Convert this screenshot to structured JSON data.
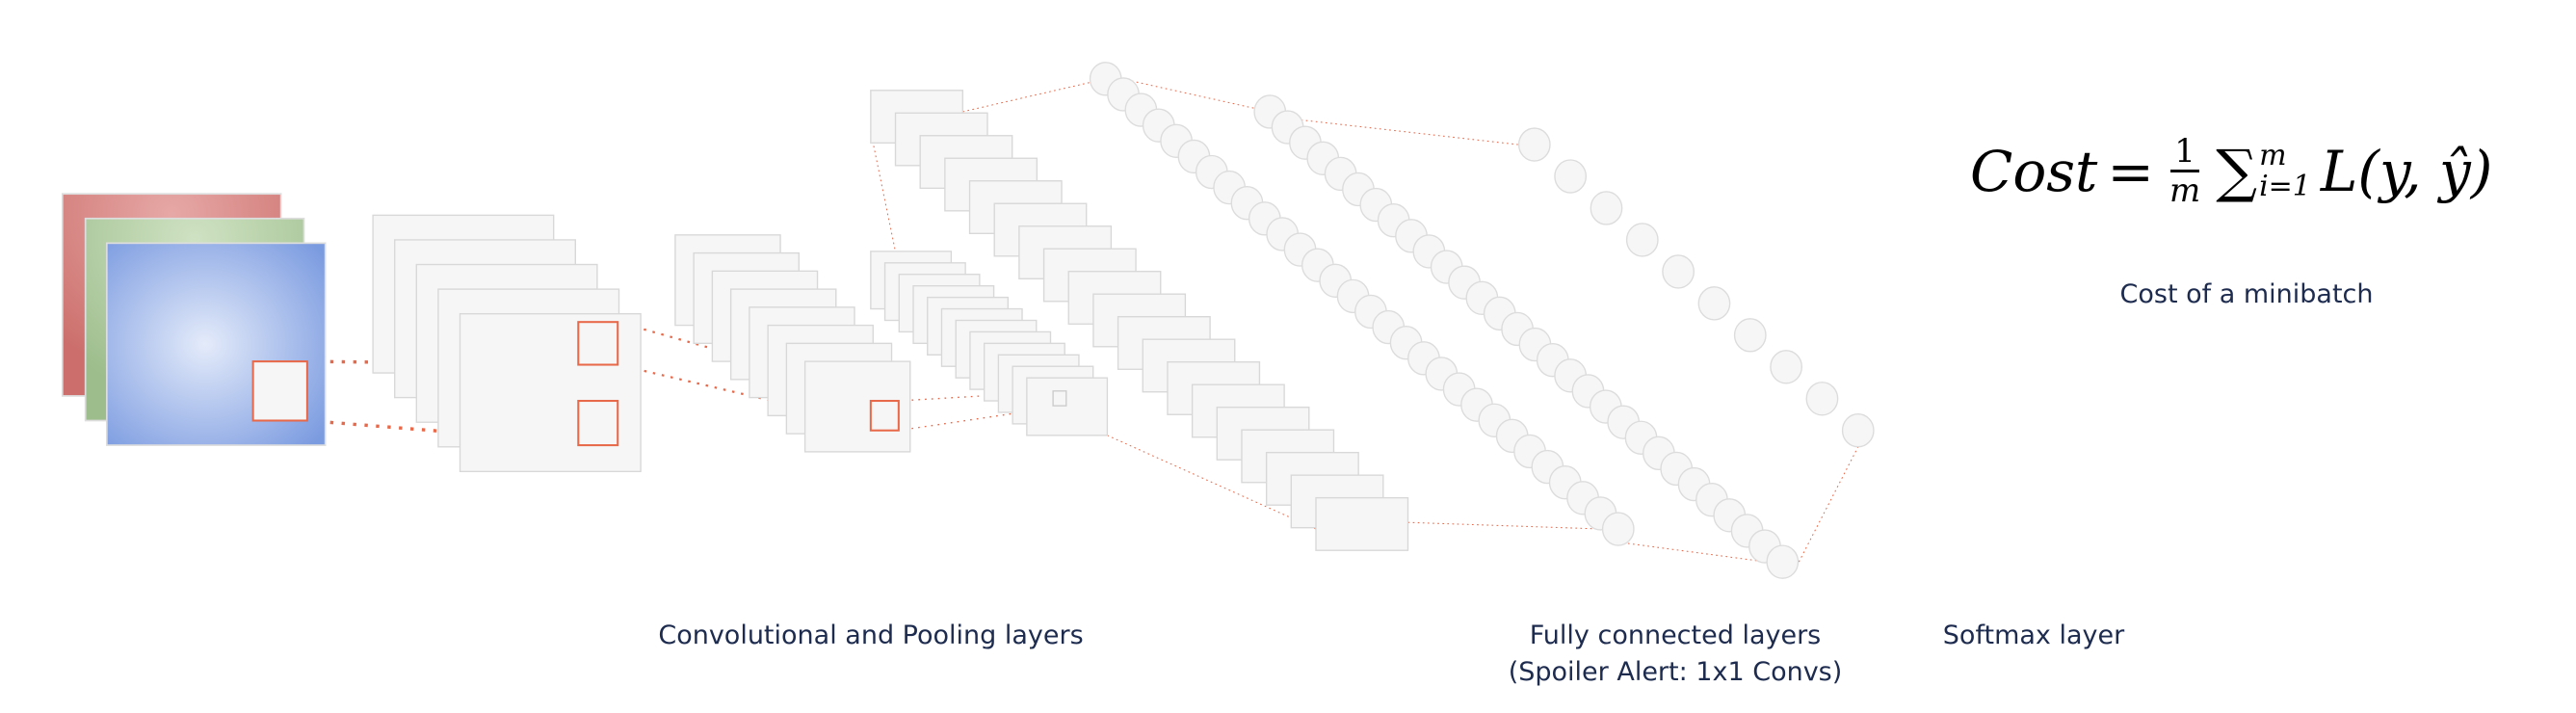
{
  "labels": {
    "conv_pool": "Convolutional and Pooling layers",
    "fully_connected": "Fully connected layers",
    "fully_connected_note": "(Spoiler Alert: 1x1 Convs)",
    "softmax": "Softmax layer",
    "cost_caption": "Cost of a minibatch"
  },
  "formula": {
    "lhs": "Cost",
    "equals": "=",
    "numerator": "1",
    "denominator": "m",
    "sigma": "∑",
    "upper": "m",
    "lower": "i=1",
    "rhs": "L(y, ŷ)"
  },
  "colors": {
    "red_channel": "#cc6f6c",
    "green_channel": "#9dbd8c",
    "blue_channel": "#7b9be0",
    "feature_map_fill": "#f6f6f6",
    "feature_map_stroke": "#d8d8d8",
    "highlight": "#e8694a",
    "text": "#1d2b4f"
  },
  "structure": {
    "input_channels": 3,
    "conv1_maps": 5,
    "pool1_maps": 8,
    "conv2_maps": 12,
    "conv3_maps": 19,
    "fc1_neurons": 30,
    "fc2_neurons": 30,
    "softmax_neurons": 10
  }
}
